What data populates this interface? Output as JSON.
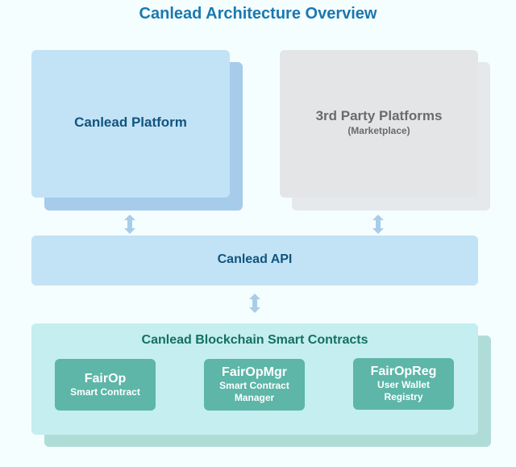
{
  "title": "Canlead Architecture Overview",
  "canlead_platform": {
    "label": "Canlead Platform"
  },
  "third_party": {
    "label": "3rd Party Platforms",
    "sublabel": "(Marketplace)"
  },
  "api": {
    "label": "Canlead API"
  },
  "blockchain": {
    "label": "Canlead Blockchain Smart Contracts",
    "contracts": [
      {
        "name": "FairOp",
        "description": "Smart Contract"
      },
      {
        "name": "FairOpMgr",
        "description": "Smart Contract\nManager"
      },
      {
        "name": "FairOpReg",
        "description": "User Wallet\nRegistry"
      }
    ]
  },
  "connectors": [
    {
      "from": "Canlead Platform",
      "to": "Canlead API",
      "type": "bidirectional"
    },
    {
      "from": "3rd Party Platforms",
      "to": "Canlead API",
      "type": "bidirectional"
    },
    {
      "from": "Canlead API",
      "to": "Canlead Blockchain Smart Contracts",
      "type": "bidirectional"
    }
  ],
  "colors": {
    "title": "#1a78b0",
    "platform_face": "#c2e3f6",
    "platform_shadow": "#a6cbeb",
    "third_party_face": "#e4e5e6",
    "blockchain_face": "#c4eef0",
    "blockchain_shadow": "#b0dcd8",
    "contract_box": "#5db6a8",
    "arrow": "#a8cde9"
  }
}
